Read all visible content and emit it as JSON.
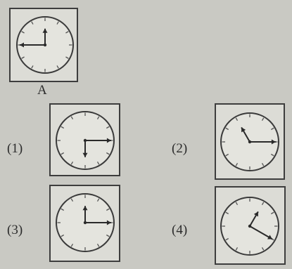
{
  "question": {
    "label": "A",
    "clock": {
      "hour_hand_points_to": 12,
      "minute_hand_points_to": 9
    }
  },
  "options": [
    {
      "label": "(1)",
      "clock": {
        "hour_hand_points_to": 6,
        "minute_hand_points_to": 3
      }
    },
    {
      "label": "(2)",
      "clock": {
        "hour_hand_points_to": 11,
        "minute_hand_points_to": 3
      }
    },
    {
      "label": "(3)",
      "clock": {
        "hour_hand_points_to": 12,
        "minute_hand_points_to": 3
      }
    },
    {
      "label": "(4)",
      "clock": {
        "hour_hand_points_to": 1,
        "minute_hand_points_to": 4
      }
    }
  ]
}
